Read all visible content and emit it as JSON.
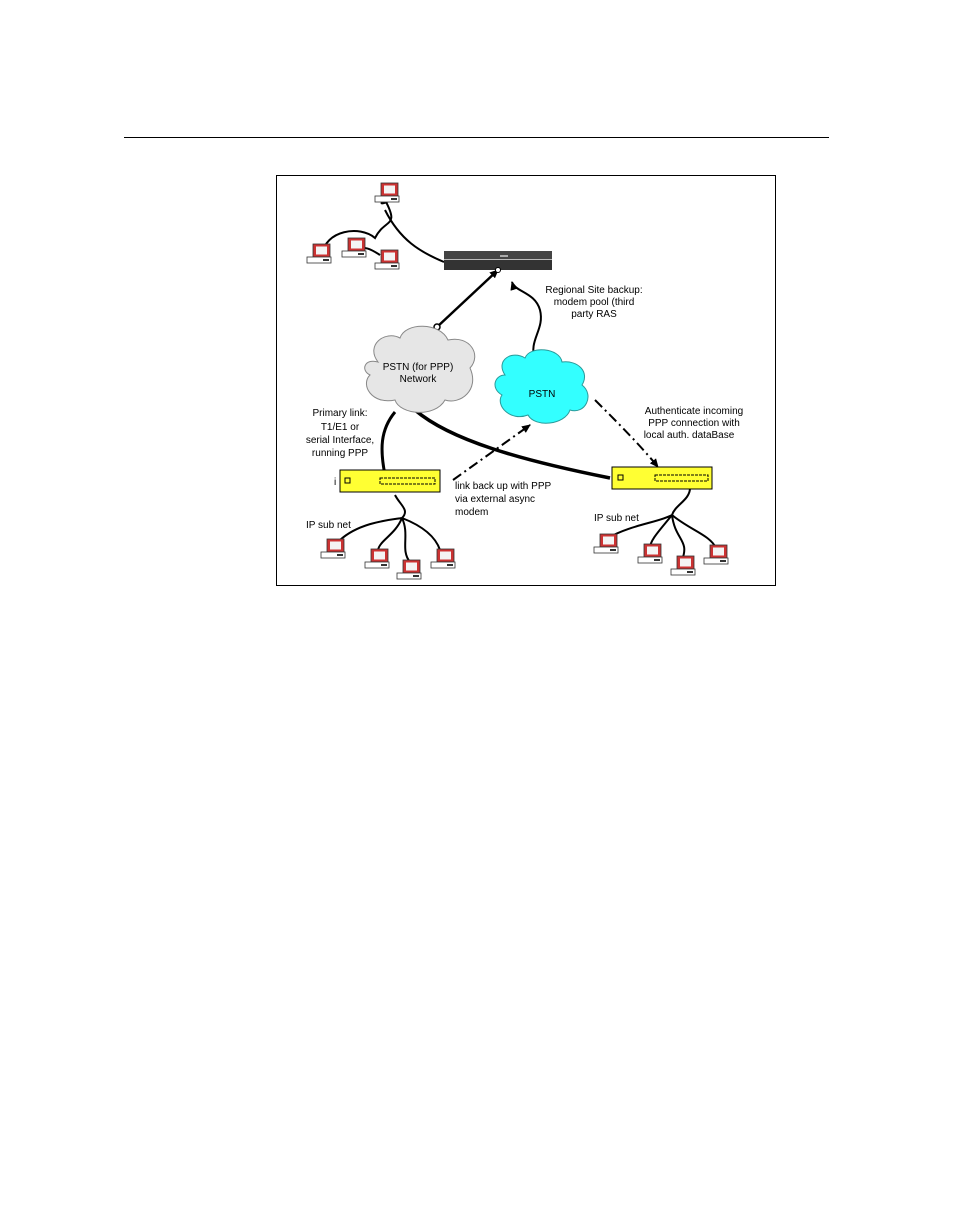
{
  "diagram": {
    "pstn_primary": {
      "line1": "PSTN (for PPP)",
      "line2": "Network"
    },
    "pstn_backup": {
      "label": "PSTN"
    },
    "regional_site": {
      "line1": "Regional Site backup:",
      "line2": "modem pool (third",
      "line3": "party RAS"
    },
    "primary_link": {
      "line1": "Primary link:",
      "line2": "T1/E1 or",
      "line3": "serial Interface,",
      "line4": "running PPP"
    },
    "authenticate": {
      "line1": "Authenticate incoming",
      "line2": "PPP connection with",
      "line3": "local auth. dataBase"
    },
    "link_backup": {
      "line1": "link back up with PPP",
      "line2": "via external async",
      "line3": "modem"
    },
    "left_subnet": {
      "label": "IP sub net"
    },
    "right_subnet": {
      "label": "IP sub net"
    },
    "left_router_mark": {
      "label": "i"
    },
    "colors": {
      "router": "#ffff33",
      "pstn_primary": "#e6e6e6",
      "pstn_backup": "#33ffff",
      "monitor": "#cc3333"
    }
  }
}
